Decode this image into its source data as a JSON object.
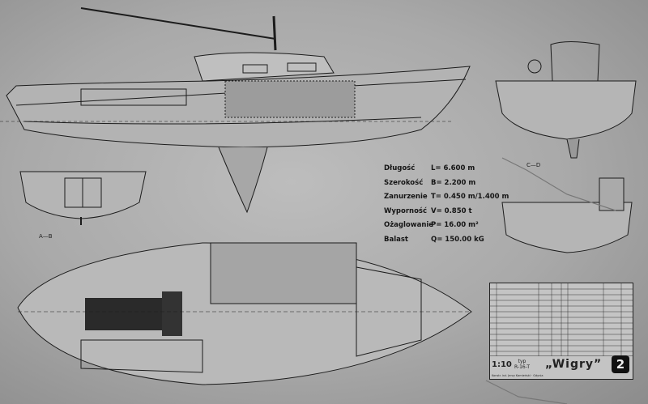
{
  "drawing": {
    "section_labels": [
      "A—B",
      "C—D"
    ],
    "specs": [
      {
        "label": "Długość",
        "value": "L= 6.600 m"
      },
      {
        "label": "Szerokość",
        "value": "B= 2.200 m"
      },
      {
        "label": "Zanurzenie",
        "value": "T= 0.450 m/1.400 m"
      },
      {
        "label": "Wyporność",
        "value": "V= 0.850 t"
      },
      {
        "label": "Ożaglowanie",
        "value": "P= 16.00 m²"
      },
      {
        "label": "Balast",
        "value": "Q= 150.00 kG"
      }
    ],
    "title_block": {
      "scale": "1:10",
      "type_label": "typ",
      "type": "R-16-T",
      "name": "„Wigry”",
      "sheet_number": "2",
      "footer": "Konstr. inż. Jerzy Kamieński · Gdynia"
    }
  }
}
